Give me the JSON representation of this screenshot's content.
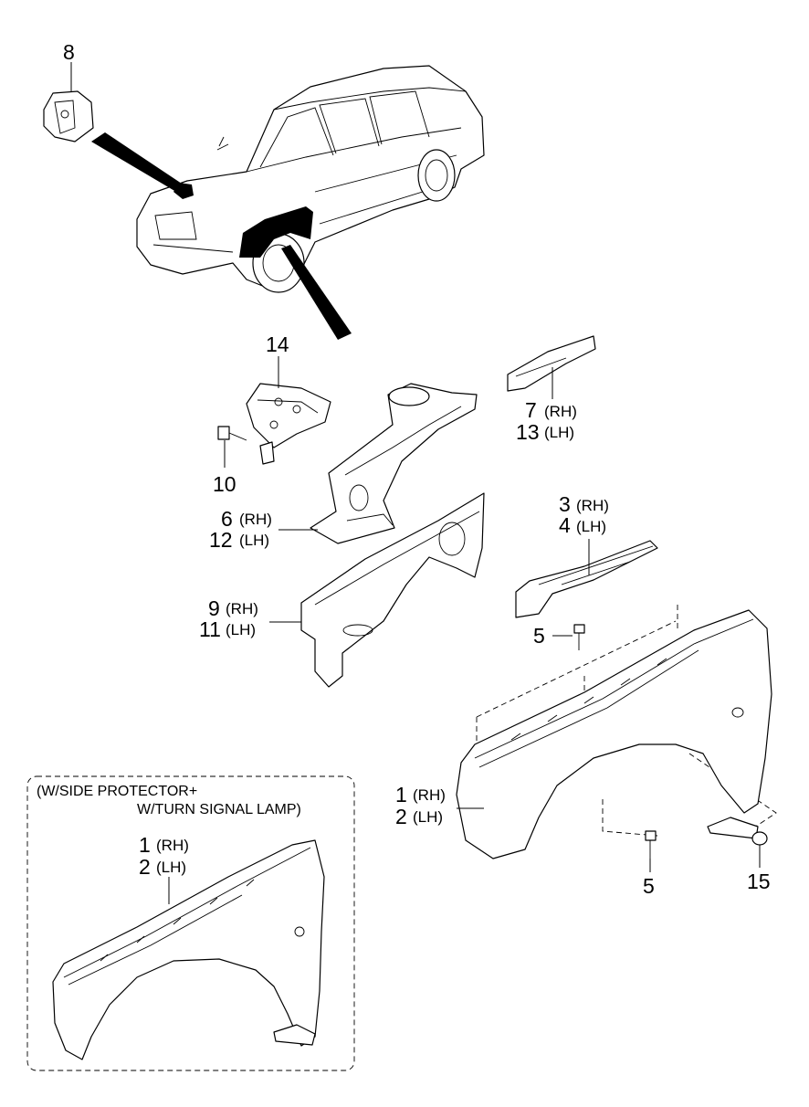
{
  "callouts": {
    "c8": "8",
    "c14": "14",
    "c10": "10",
    "c7": {
      "num": "7",
      "side": "(RH)"
    },
    "c13": {
      "num": "13",
      "side": "(LH)"
    },
    "c6": {
      "num": "6",
      "side": "(RH)"
    },
    "c12": {
      "num": "12",
      "side": "(LH)"
    },
    "c3": {
      "num": "3",
      "side": "(RH)"
    },
    "c4": {
      "num": "4",
      "side": "(LH)"
    },
    "c9": {
      "num": "9",
      "side": "(RH)"
    },
    "c11": {
      "num": "11",
      "side": "(LH)"
    },
    "c5a": "5",
    "c1": {
      "num": "1",
      "side": "(RH)"
    },
    "c2": {
      "num": "2",
      "side": "(LH)"
    },
    "c5b": "5",
    "c15": "15"
  },
  "inset": {
    "line1": "(W/SIDE PROTECTOR+",
    "line2": "W/TURN SIGNAL LAMP)",
    "c1": {
      "num": "1",
      "side": "(RH)"
    },
    "c2": {
      "num": "2",
      "side": "(LH)"
    }
  }
}
